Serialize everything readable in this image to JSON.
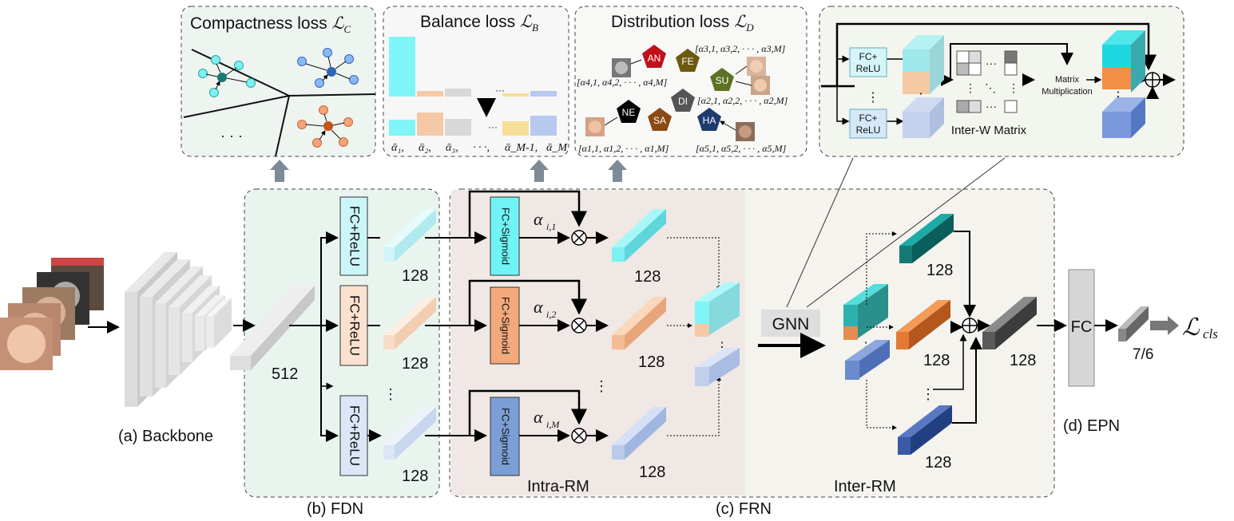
{
  "panels": {
    "compactness": {
      "title": "Compactness loss ",
      "symbol": "ℒ",
      "sub": "C",
      "dots": "· · ·"
    },
    "balance": {
      "title": "Balance loss ",
      "symbol": "ℒ",
      "sub": "B",
      "alphas": [
        "ᾱ₁,",
        "ᾱ₂,",
        "ᾱ₃,",
        "· · ·,",
        "ᾱ_M-1,",
        "ᾱ_M"
      ],
      "dots": "···"
    },
    "distribution": {
      "title": "Distribution loss ",
      "symbol": "ℒ",
      "sub": "D",
      "labels": [
        "AN",
        "FE",
        "SU",
        "DI",
        "NE",
        "SA",
        "HA"
      ],
      "vectors": {
        "v3": "[α3,1, α3,2, · · · , α3,M]",
        "v4": "[α4,1, α4,2, · · · , α4,M]",
        "v2": "[α2,1, α2,2, · · · , α2,M]",
        "v1": "[α1,1, α1,2, · · · , α1,M]",
        "v5": "[α5,1, α5,2, · · · , α5,M]"
      }
    },
    "interw": {
      "fc1": "FC+",
      "fc1b": "ReLU",
      "fc2": "FC+",
      "fc2b": "ReLU",
      "matrix_label": "Inter-W Matrix",
      "mm1": "Matrix",
      "mm2": "Multiplication"
    }
  },
  "sections": {
    "backbone": "(a) Backbone",
    "fdn": "(b) FDN",
    "frn": "(c) FRN",
    "epn": "(d) EPN",
    "intra": "Intra-RM",
    "inter": "Inter-RM"
  },
  "blocks": {
    "fdn_fc": "FC+ReLU",
    "intra_fc": "FC+Sigmoid",
    "gnn": "GNN",
    "fc": "FC"
  },
  "dims": {
    "backbone_out": "512",
    "d128": "128",
    "classes": "7/6"
  },
  "alphas": {
    "a1": "α",
    "a1_sub": "i,1",
    "a2_sub": "i,2",
    "aM_sub": "i,M"
  },
  "loss": {
    "symbol": "ℒ",
    "sub": "cls"
  },
  "colors": {
    "cyan": "#7ff5f7",
    "peach": "#f6c9a6",
    "lightblue": "#b9cbea",
    "teal": "#1d8a86",
    "orange": "#e07a35",
    "navy": "#3a5aa8",
    "gray": "#5a5a5a",
    "fdn_bg": "#eaf4ef",
    "frn_bg": "#f5f3ee",
    "intra_bg": "#efe8e4"
  }
}
